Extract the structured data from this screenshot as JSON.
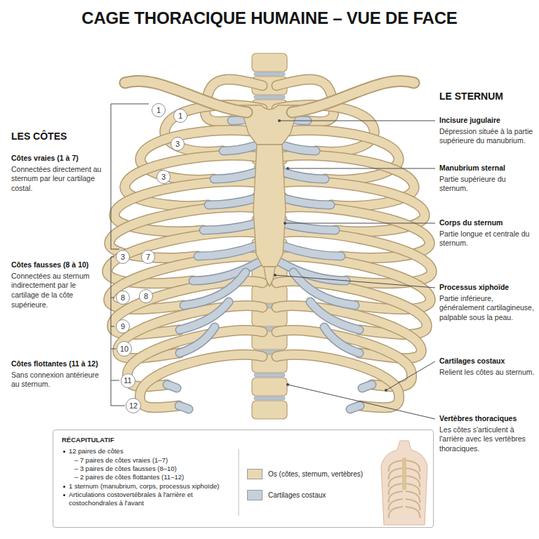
{
  "diagram": {
    "title": "CAGE THORACIQUE HUMAINE – VUE DE FACE",
    "nodes": [
      {
        "text": [
          "1"
        ]
      },
      {
        "text": [
          "1"
        ]
      },
      {
        "text": [
          "3"
        ]
      },
      {
        "text": [
          "3"
        ]
      },
      {
        "text": [
          "3"
        ]
      },
      {
        "text": [
          "7"
        ]
      },
      {
        "text": [
          "8"
        ]
      },
      {
        "text": [
          "8"
        ]
      },
      {
        "text": [
          "9"
        ]
      },
      {
        "text": [
          "10"
        ]
      },
      {
        "text": [
          "11"
        ]
      },
      {
        "text": [
          "12"
        ]
      },
      {
        "text": [
          "RÉCAPITULATIF",
          "12 paires de côtes",
          "– 7 paires de côtes vraies (1–7)",
          "– 3 paires de côtes fausses (8–10)",
          "– 2 paires de côtes flottantes (11–12)",
          "1 sternum (manubrium, corps, processus xiphoïde)",
          "Articulations costovertébrales à l'arrière et costochondrales à l'avant"
        ]
      }
    ],
    "labels": [
      "LES CÔTES",
      "Côtes vraies (1 à 7)",
      "Connectées directement au sternum par leur cartilage costal.",
      "Côtes fausses (8 à 10)",
      "Connectées au sternum indirectement par le cartilage de la côte supérieure.",
      "Côtes flottantes (11 à 12)",
      "Sans connexion antérieure au sternum.",
      "LE STERNUM",
      "Incisure jugulaire",
      "Dépression située à la partie supérieure du manubrium.",
      "Manubrium sternal",
      "Partie supérieure du sternum.",
      "Corps du sternum",
      "Partie longue et centrale du sternum.",
      "Processus xiphoïde",
      "Partie inférieure, généralement cartilagineuse, palpable sous la peau.",
      "Cartilages costaux",
      "Relient les côtes au sternum.",
      "Vertèbres thoraciques",
      "Les côtes s'articulent à l'arrière avec les vertèbres thoraciques."
    ],
    "legend": [
      {
        "text": "Os (côtes, sternum, vertèbres)",
        "color": "#e9d7b0"
      },
      {
        "text": "Cartilages costaux",
        "color": "#c6d0da"
      }
    ]
  }
}
